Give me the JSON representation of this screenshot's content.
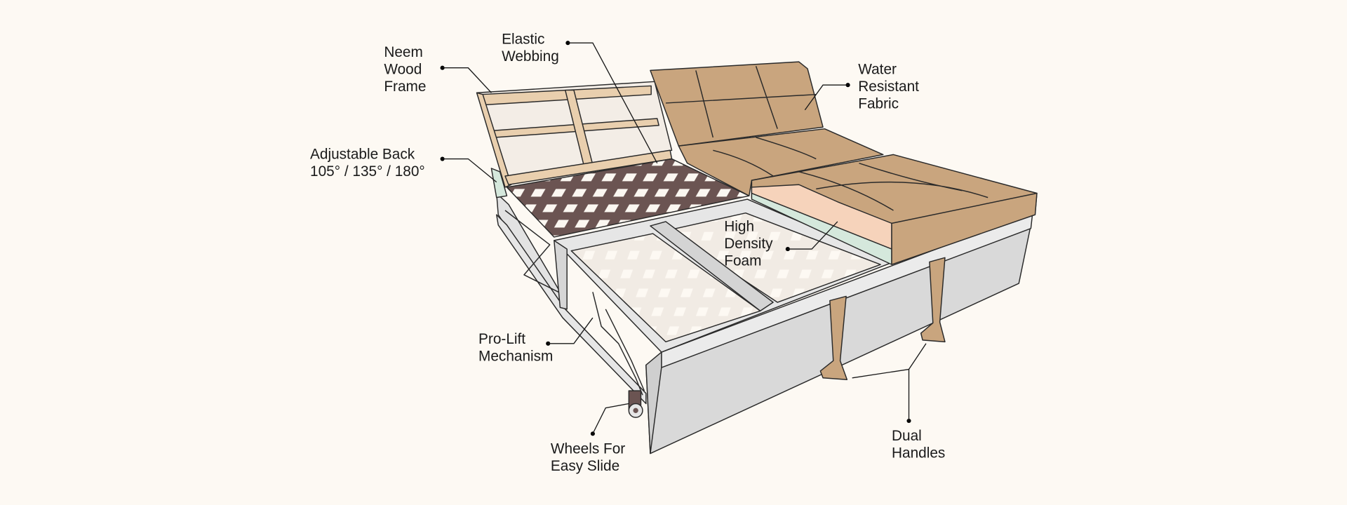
{
  "labels": {
    "neem_wood_frame": [
      "Neem",
      "Wood",
      "Frame"
    ],
    "elastic_webbing": [
      "Elastic",
      "Webbing"
    ],
    "water_resistant_fabric": [
      "Water",
      "Resistant",
      "Fabric"
    ],
    "adjustable_back": [
      "Adjustable Back",
      "105° / 135° / 180°"
    ],
    "high_density_foam": [
      "High",
      "Density",
      "Foam"
    ],
    "pro_lift_mechanism": [
      "Pro-Lift",
      "Mechanism"
    ],
    "wheels": [
      "Wheels For",
      "Easy Slide"
    ],
    "dual_handles": [
      "Dual",
      "Handles"
    ]
  },
  "colors": {
    "background": "#fdf9f3",
    "fabric": "#c9a57e",
    "webbing": "#6b5452",
    "wood": "#e9cfae",
    "foam": "#f6d3bb",
    "foam_layer": "#d5e8dc",
    "frame": "#d9d9d9"
  }
}
